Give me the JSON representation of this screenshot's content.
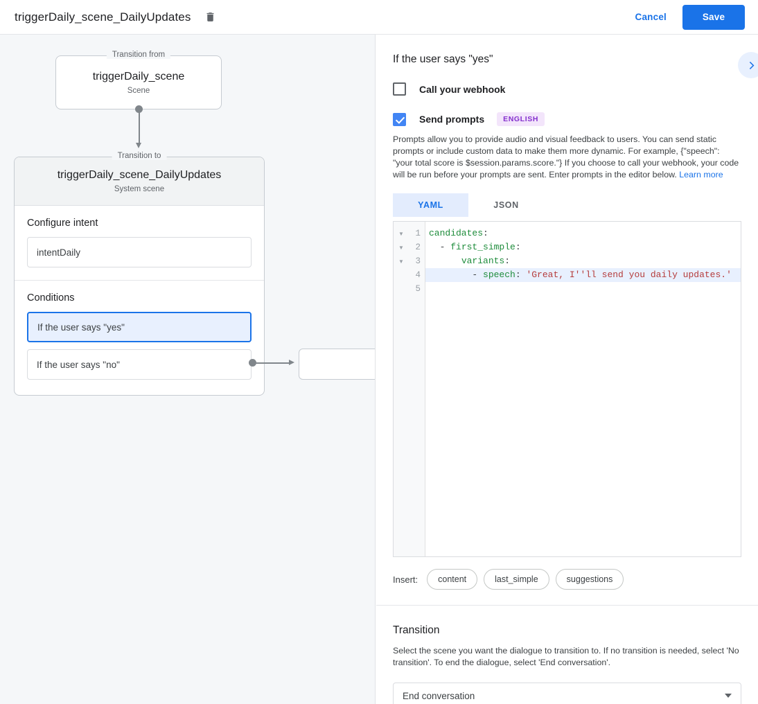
{
  "topbar": {
    "title": "triggerDaily_scene_DailyUpdates",
    "delete_icon": "trash-icon",
    "cancel_label": "Cancel",
    "save_label": "Save",
    "save_color": "#1a73e8"
  },
  "canvas": {
    "from": {
      "legend": "Transition from",
      "title": "triggerDaily_scene",
      "subtitle": "Scene"
    },
    "to": {
      "legend": "Transition to",
      "title": "triggerDaily_scene_DailyUpdates",
      "subtitle": "System scene"
    },
    "intent": {
      "label": "Configure intent",
      "value": "intentDaily"
    },
    "conditions": {
      "label": "Conditions",
      "items": [
        {
          "label": "If the user says \"yes\"",
          "selected": true
        },
        {
          "label": "If the user says \"no\"",
          "selected": false
        }
      ]
    }
  },
  "panel": {
    "header_title": "If the user says \"yes\"",
    "expand_icon": "chevron-right-icon",
    "webhook": {
      "label": "Call your webhook",
      "checked": false
    },
    "prompts": {
      "label": "Send prompts",
      "checked": true,
      "badge": "ENGLISH",
      "badge_color": "#8430ce",
      "description": "Prompts allow you to provide audio and visual feedback to users. You can send static prompts or include custom data to make them more dynamic. For example, {\"speech\": \"your total score is $session.params.score.\"} If you choose to call your webhook, your code will be run before your prompts are sent. Enter prompts in the editor below. ",
      "learn_more": "Learn more"
    },
    "tabs": [
      {
        "label": "YAML",
        "active": true
      },
      {
        "label": "JSON",
        "active": false
      }
    ],
    "editor": {
      "lines": [
        {
          "num": "1",
          "fold": true,
          "highlight": false,
          "tokens": [
            {
              "t": "candidates",
              "c": "k"
            },
            {
              "t": ":",
              "c": "p"
            }
          ]
        },
        {
          "num": "2",
          "fold": true,
          "highlight": false,
          "tokens": [
            {
              "t": "  - ",
              "c": "p"
            },
            {
              "t": "first_simple",
              "c": "k"
            },
            {
              "t": ":",
              "c": "p"
            }
          ]
        },
        {
          "num": "3",
          "fold": true,
          "highlight": false,
          "tokens": [
            {
              "t": "      ",
              "c": "p"
            },
            {
              "t": "variants",
              "c": "k"
            },
            {
              "t": ":",
              "c": "p"
            }
          ]
        },
        {
          "num": "4",
          "fold": false,
          "highlight": true,
          "tokens": [
            {
              "t": "        - ",
              "c": "p"
            },
            {
              "t": "speech",
              "c": "k"
            },
            {
              "t": ": ",
              "c": "p"
            },
            {
              "t": "'Great, I''ll send you daily updates.'",
              "c": "s"
            }
          ]
        },
        {
          "num": "5",
          "fold": false,
          "highlight": false,
          "tokens": []
        }
      ]
    },
    "insert": {
      "label": "Insert:",
      "chips": [
        "content",
        "last_simple",
        "suggestions"
      ]
    },
    "transition": {
      "title": "Transition",
      "description": "Select the scene you want the dialogue to transition to. If no transition is needed, select 'No transition'. To end the dialogue, select 'End conversation'.",
      "selected": "End conversation"
    }
  }
}
